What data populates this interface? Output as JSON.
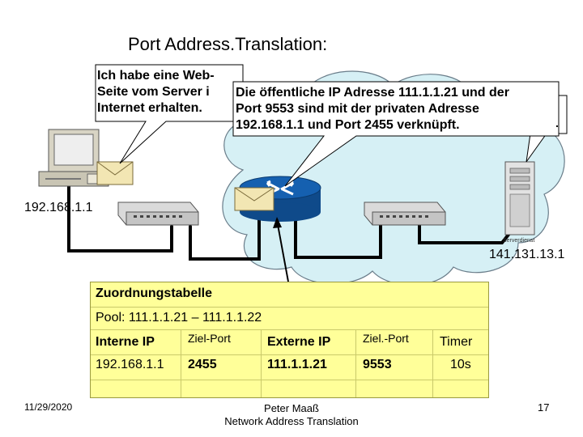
{
  "slide": {
    "title": "Port Address.Translation:"
  },
  "bubbles": {
    "client": {
      "line1": "Ich habe eine Web-",
      "line2": "Seite vom Server i",
      "line3": "Internet erhalten."
    },
    "router": {
      "line1": "Die öffentliche IP Adresse 111.1.1.21 und der",
      "line2": "Port 9553 sind mit der privaten Adresse",
      "line3": "192.168.1.1 und Port 2455 verknüpft."
    },
    "server_trailing_dot": "."
  },
  "network": {
    "client_ip": "192.168.1.1",
    "server_ip": "141.131.13.1",
    "server_label": "Serverdienst"
  },
  "table": {
    "title": "Zuordnungstabelle",
    "pool": "Pool: 111.1.1.21 – 111.1.1.22",
    "headers": {
      "internal_ip": "Interne IP",
      "dest_port": "Ziel-Port",
      "external_ip": "Externe IP",
      "dest_port2": "Ziel.-Port",
      "timer": "Timer"
    },
    "row": {
      "internal_ip": "192.168.1.1",
      "dest_port": "2455",
      "external_ip": "111.1.1.21",
      "dest_port2": "9553",
      "timer": "10s"
    }
  },
  "footer": {
    "date": "11/29/2020",
    "author_line1": "Peter Maaß",
    "author_line2": "Network Address Translation",
    "page": "17"
  },
  "colors": {
    "cloud": "#d6f0f5",
    "router": "#1560b0",
    "table_bg": "#ffff99",
    "envelope": "#f2e6b3"
  }
}
